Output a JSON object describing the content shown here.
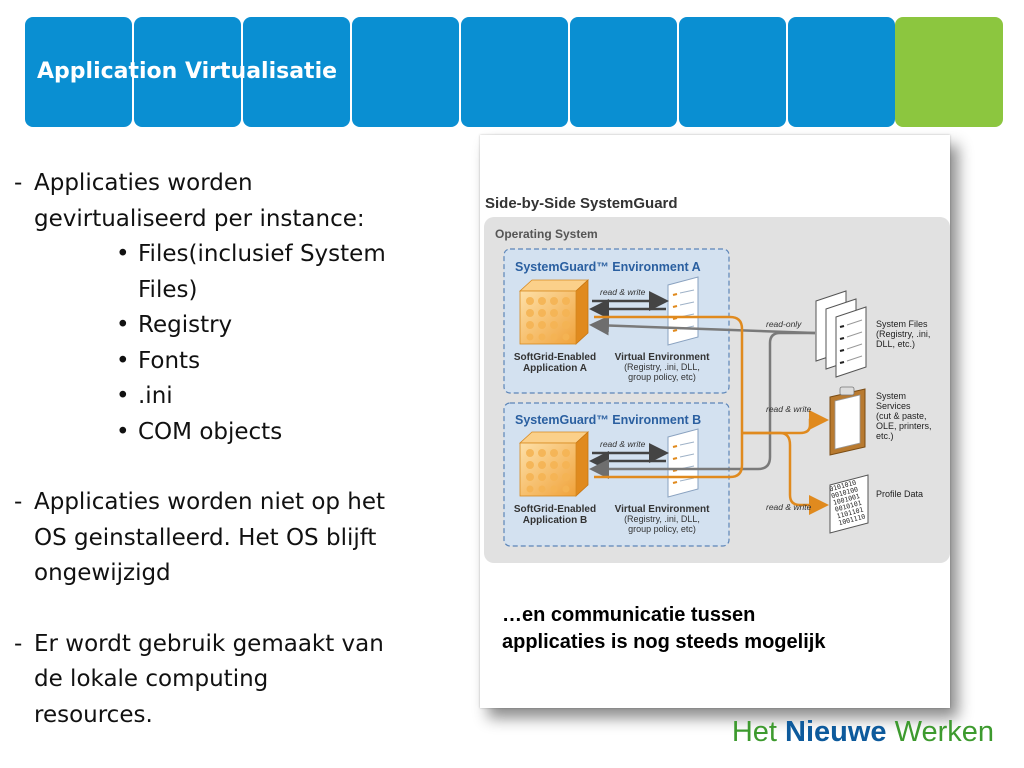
{
  "header": {
    "title": "Application Virtualisatie",
    "colors": {
      "blue": "#0a8fd2",
      "green": "#8cc63f"
    }
  },
  "content": {
    "items": [
      {
        "dash": "-",
        "line1": "Applicaties worden",
        "line2": "gevirtualiseerd per instance:",
        "subitems": [
          {
            "line1": "Files(inclusief System",
            "line2": "Files)"
          },
          {
            "line1": "Registry"
          },
          {
            "line1": "Fonts"
          },
          {
            "line1": ".ini"
          },
          {
            "line1": "COM objects"
          }
        ]
      },
      {
        "dash": "-",
        "line1": "Applicaties worden niet op het",
        "line2": "OS geinstalleerd. Het OS blijft",
        "line3": "ongewijzigd"
      },
      {
        "dash": "-",
        "line1": "Er wordt gebruik gemaakt van",
        "line2": "de lokale computing",
        "line3": "resources."
      }
    ],
    "bullet_glyph": "•"
  },
  "diagram": {
    "title": "Side-by-Side SystemGuard",
    "os_label": "Operating System",
    "env_a_title": "SystemGuard™ Environment A",
    "env_b_title": "SystemGuard™ Environment B",
    "app_a_line1": "SoftGrid-Enabled",
    "app_a_line2": "Application A",
    "app_b_line1": "SoftGrid-Enabled",
    "app_b_line2": "Application B",
    "venv_line1": "Virtual Environment",
    "venv_line2": "(Registry, .ini, DLL,",
    "venv_line3": "group policy, etc)",
    "read_write": "read & write",
    "read_only": "read-only",
    "sysfiles_line1": "System Files",
    "sysfiles_line2": "(Registry, .ini,",
    "sysfiles_line3": "DLL, etc.)",
    "services_line1": "System",
    "services_line2": "Services",
    "services_line3": "(cut & paste,",
    "services_line4": "OLE, printers,",
    "services_line5": "etc.)",
    "profile": "Profile Data",
    "binary_lines": [
      "0101010",
      "0010100",
      "1001001",
      "0010101",
      "1101101",
      "1001110"
    ],
    "caption_line1": "…en communicatie tussen",
    "caption_line2": "applicaties is nog steeds mogelijk"
  },
  "brand": {
    "part1": "Het ",
    "part2": "Nieuwe",
    "part3": " Werken"
  }
}
